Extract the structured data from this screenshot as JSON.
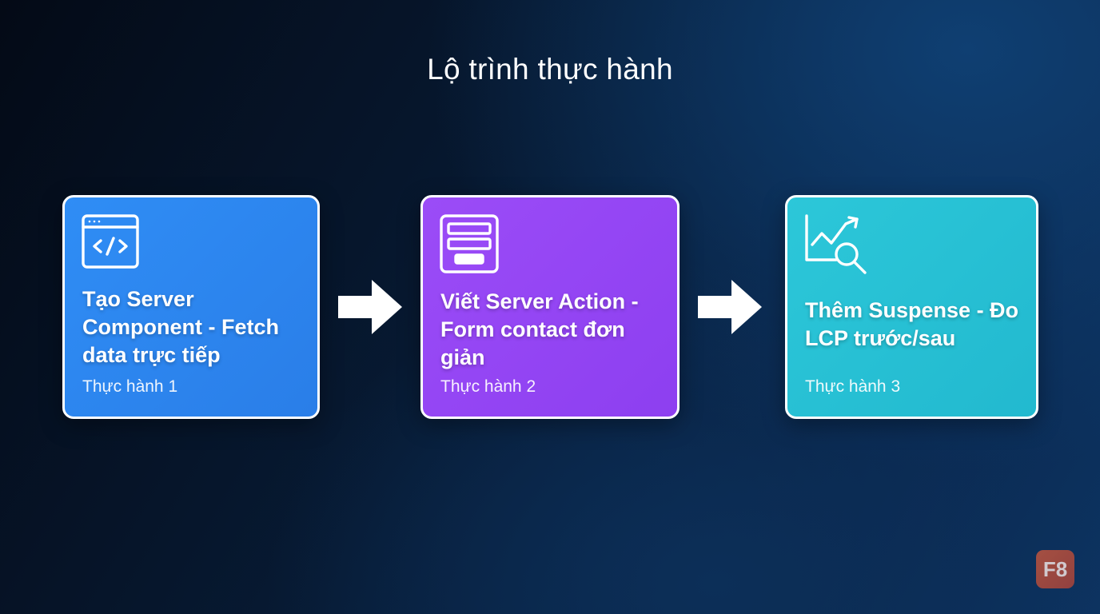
{
  "title": "Lộ trình thực hành",
  "steps": [
    {
      "title": "Tạo Server Component - Fetch data trực tiếp",
      "subtitle": "Thực hành 1",
      "icon": "code-window-icon",
      "color": "#2f8df5"
    },
    {
      "title": "Viết Server Action - Form contact đơn giản",
      "subtitle": "Thực hành 2",
      "icon": "form-icon",
      "color": "#9b4cf7"
    },
    {
      "title": "Thêm Suspense - Đo LCP trước/sau",
      "subtitle": "Thực hành 3",
      "icon": "chart-search-icon",
      "color": "#2cc7d9"
    }
  ],
  "logo": {
    "text": "F8",
    "color": "#c0563e"
  }
}
